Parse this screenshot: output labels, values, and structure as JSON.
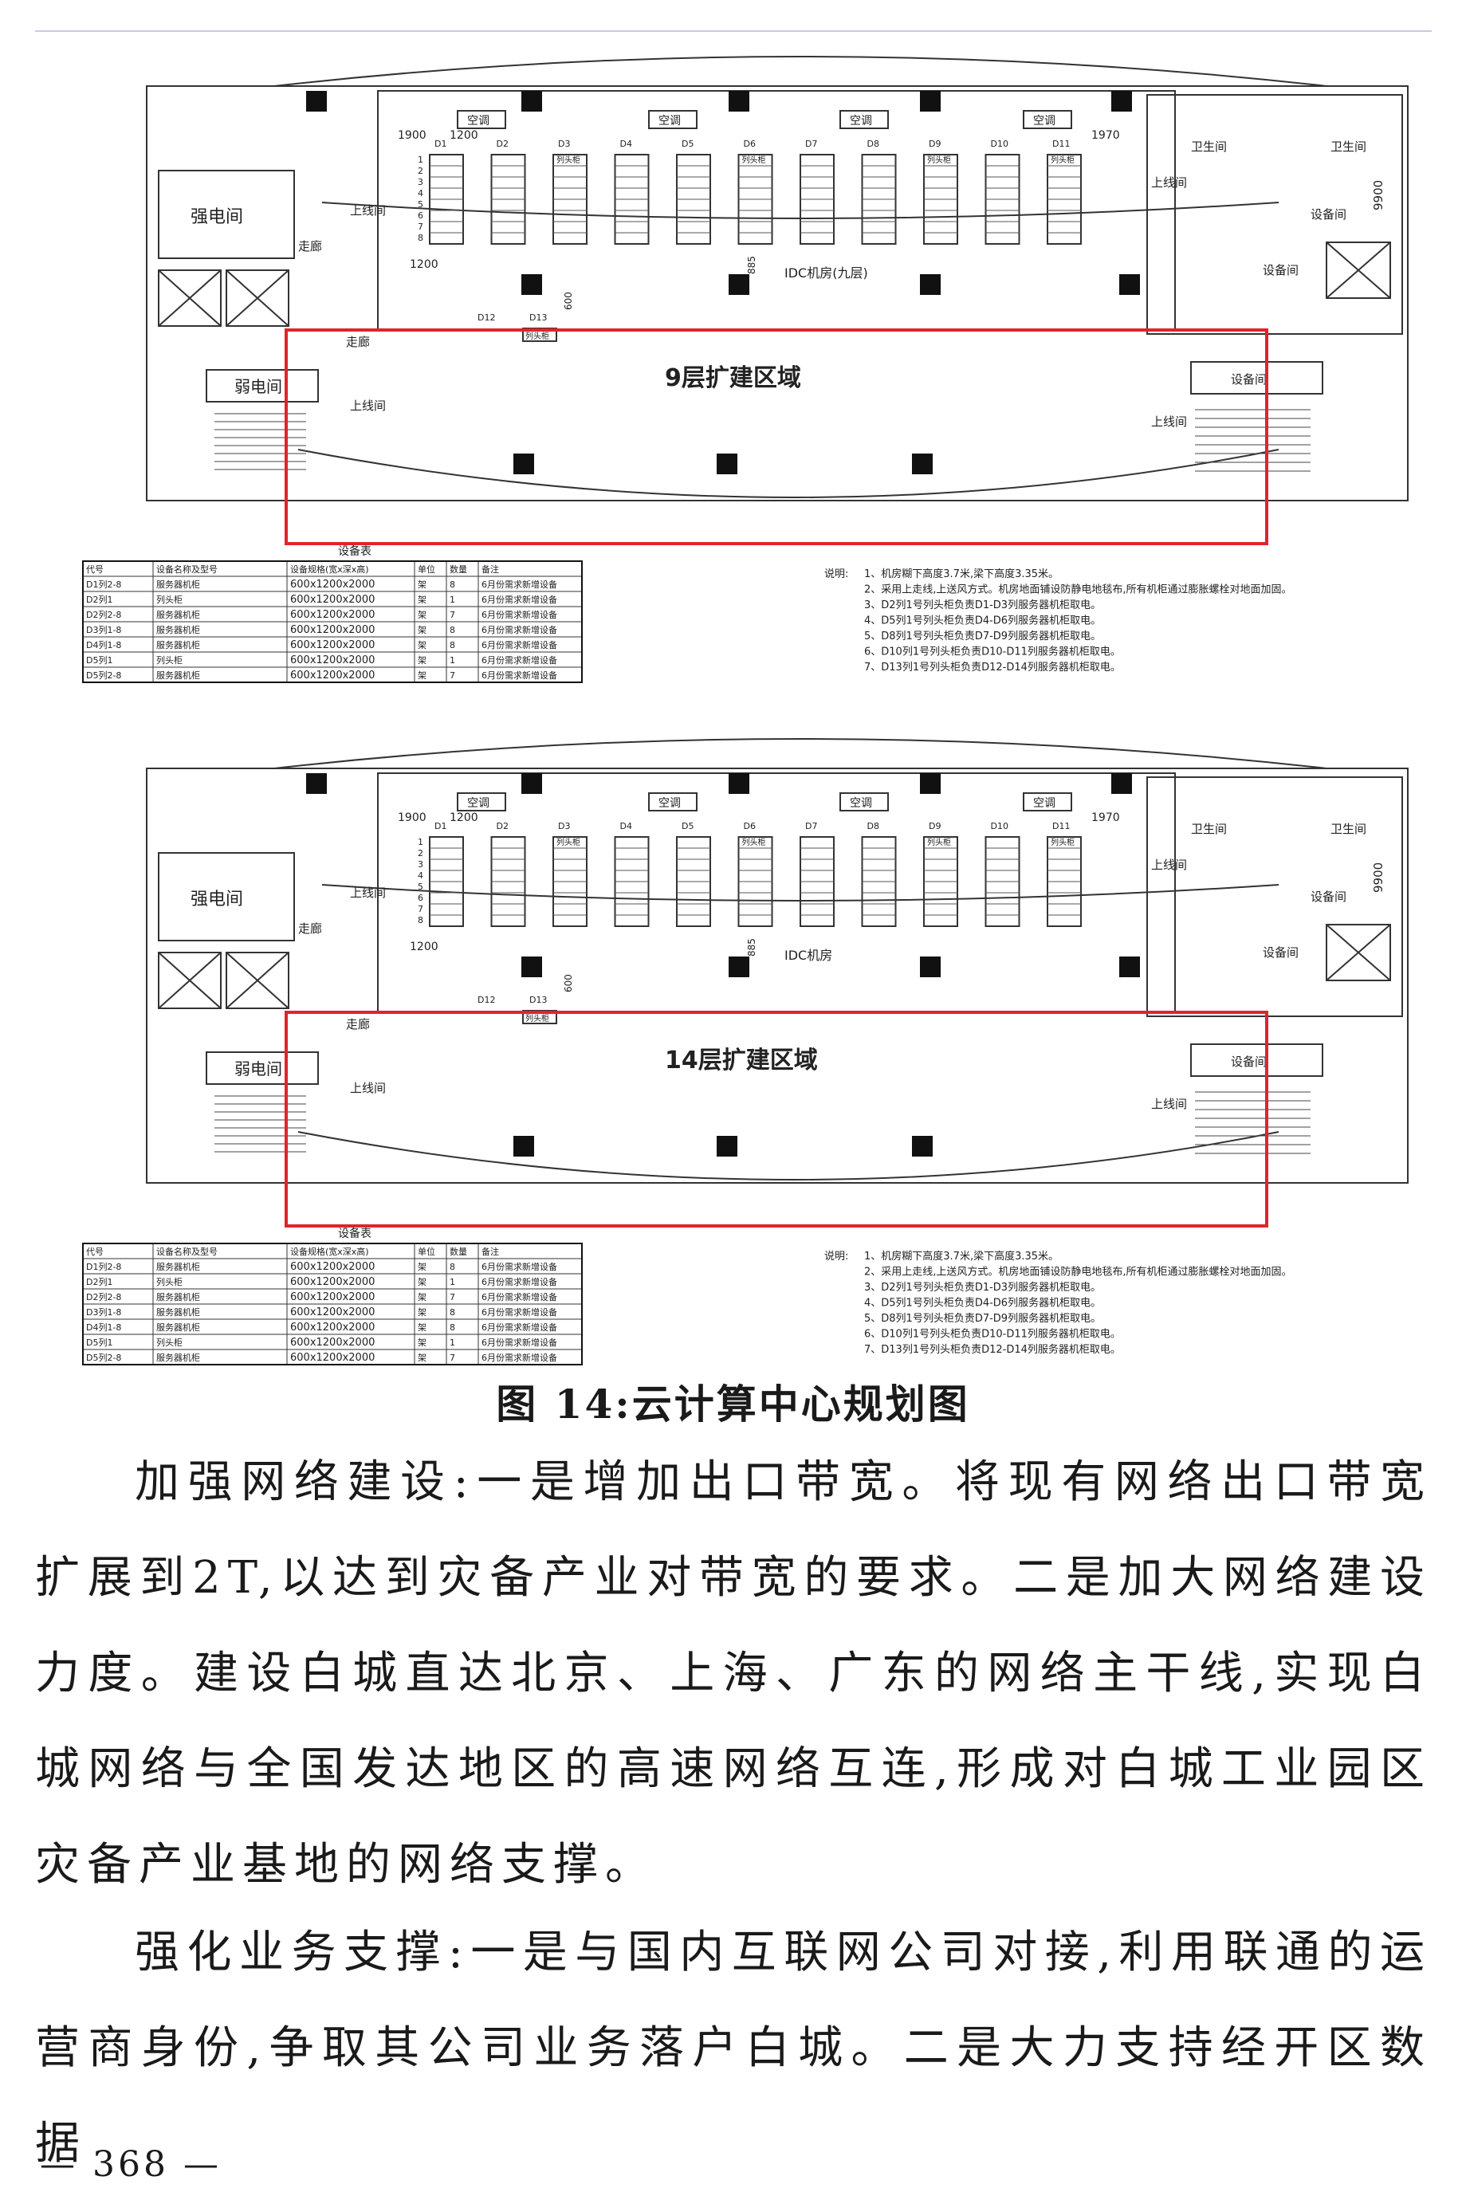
{
  "figures": [
    {
      "id": "floor9",
      "labels": {
        "power_room": "强电间",
        "weak_room": "弱电间",
        "corridor": "走廊",
        "riser": "上线间",
        "toilet": "卫生间",
        "equipment": "设备间",
        "aircon": "空调",
        "head_cabinet": "列头柜",
        "room_name": "IDC机房(九层)",
        "dim_width": "9900",
        "dim_left": "1900",
        "dim_right": "1970",
        "dim_gap": "1200",
        "dim_small": "885",
        "dim_side": "600"
      },
      "row_codes": [
        "D1",
        "D2",
        "D3",
        "D4",
        "D5",
        "D6",
        "D7",
        "D8",
        "D9",
        "D10",
        "D11"
      ],
      "row_numbers": [
        "1",
        "2",
        "3",
        "4",
        "5",
        "6",
        "7",
        "8"
      ],
      "extra_codes": [
        "D12",
        "D13"
      ],
      "expansion_label": "9层扩建区域",
      "table_title": "设备表",
      "table_headers": [
        "代号",
        "设备名称及型号",
        "设备规格(宽x深x高)",
        "单位",
        "数量",
        "备注"
      ],
      "table_rows": [
        [
          "D1列2-8",
          "服务器机柜",
          "600x1200x2000",
          "架",
          "8",
          "6月份需求新增设备"
        ],
        [
          "D2列1",
          "列头柜",
          "600x1200x2000",
          "架",
          "1",
          "6月份需求新增设备"
        ],
        [
          "D2列2-8",
          "服务器机柜",
          "600x1200x2000",
          "架",
          "7",
          "6月份需求新增设备"
        ],
        [
          "D3列1-8",
          "服务器机柜",
          "600x1200x2000",
          "架",
          "8",
          "6月份需求新增设备"
        ],
        [
          "D4列1-8",
          "服务器机柜",
          "600x1200x2000",
          "架",
          "8",
          "6月份需求新增设备"
        ],
        [
          "D5列1",
          "列头柜",
          "600x1200x2000",
          "架",
          "1",
          "6月份需求新增设备"
        ],
        [
          "D5列2-8",
          "服务器机柜",
          "600x1200x2000",
          "架",
          "7",
          "6月份需求新增设备"
        ]
      ],
      "notes_prefix": "说明:",
      "notes": [
        "1、机房糊下高度3.7米,梁下高度3.35米。",
        "2、采用上走线,上送风方式。机房地面铺设防静电地毯布,所有机柜通过膨胀螺栓对地面加固。",
        "3、D2列1号列头柜负责D1-D3列服务器机柜取电。",
        "4、D5列1号列头柜负责D4-D6列服务器机柜取电。",
        "5、D8列1号列头柜负责D7-D9列服务器机柜取电。",
        "6、D10列1号列头柜负责D10-D11列服务器机柜取电。",
        "7、D13列1号列头柜负责D12-D14列服务器机柜取电。"
      ],
      "highlight_color": "#e0242b"
    },
    {
      "id": "floor14",
      "labels": {
        "power_room": "强电间",
        "weak_room": "弱电间",
        "corridor": "走廊",
        "riser": "上线间",
        "toilet": "卫生间",
        "equipment": "设备间",
        "aircon": "空调",
        "head_cabinet": "列头柜",
        "room_name": "IDC机房",
        "dim_width": "9900",
        "dim_left": "1900",
        "dim_right": "1970",
        "dim_gap": "1200",
        "dim_small": "885",
        "dim_side": "600"
      },
      "row_codes": [
        "D1",
        "D2",
        "D3",
        "D4",
        "D5",
        "D6",
        "D7",
        "D8",
        "D9",
        "D10",
        "D11"
      ],
      "row_numbers": [
        "1",
        "2",
        "3",
        "4",
        "5",
        "6",
        "7",
        "8"
      ],
      "extra_codes": [
        "D12",
        "D13"
      ],
      "expansion_label": "14层扩建区域",
      "table_title": "设备表",
      "table_headers": [
        "代号",
        "设备名称及型号",
        "设备规格(宽x深x高)",
        "单位",
        "数量",
        "备注"
      ],
      "table_rows": [
        [
          "D1列2-8",
          "服务器机柜",
          "600x1200x2000",
          "架",
          "8",
          "6月份需求新增设备"
        ],
        [
          "D2列1",
          "列头柜",
          "600x1200x2000",
          "架",
          "1",
          "6月份需求新增设备"
        ],
        [
          "D2列2-8",
          "服务器机柜",
          "600x1200x2000",
          "架",
          "7",
          "6月份需求新增设备"
        ],
        [
          "D3列1-8",
          "服务器机柜",
          "600x1200x2000",
          "架",
          "8",
          "6月份需求新增设备"
        ],
        [
          "D4列1-8",
          "服务器机柜",
          "600x1200x2000",
          "架",
          "8",
          "6月份需求新增设备"
        ],
        [
          "D5列1",
          "列头柜",
          "600x1200x2000",
          "架",
          "1",
          "6月份需求新增设备"
        ],
        [
          "D5列2-8",
          "服务器机柜",
          "600x1200x2000",
          "架",
          "7",
          "6月份需求新增设备"
        ]
      ],
      "notes_prefix": "说明:",
      "notes": [
        "1、机房糊下高度3.7米,梁下高度3.35米。",
        "2、采用上走线,上送风方式。机房地面铺设防静电地毯布,所有机柜通过膨胀螺栓对地面加固。",
        "3、D2列1号列头柜负责D1-D3列服务器机柜取电。",
        "4、D5列1号列头柜负责D4-D6列服务器机柜取电。",
        "5、D8列1号列头柜负责D7-D9列服务器机柜取电。",
        "6、D10列1号列头柜负责D10-D11列服务器机柜取电。",
        "7、D13列1号列头柜负责D12-D14列服务器机柜取电。"
      ],
      "highlight_color": "#e0242b"
    }
  ],
  "caption": "图 14:云计算中心规划图",
  "paragraphs": [
    "加强网络建设:一是增加出口带宽。将现有网络出口带宽扩展到2T,以达到灾备产业对带宽的要求。二是加大网络建设力度。建设白城直达北京、上海、广东的网络主干线,实现白城网络与全国发达地区的高速网络互连,形成对白城工业园区灾备产业基地的网络支撑。",
    "强化业务支撑:一是与国内互联网公司对接,利用联通的运营商身份,争取其公司业务落户白城。二是大力支持经开区数据"
  ],
  "footer": "— 368 —"
}
